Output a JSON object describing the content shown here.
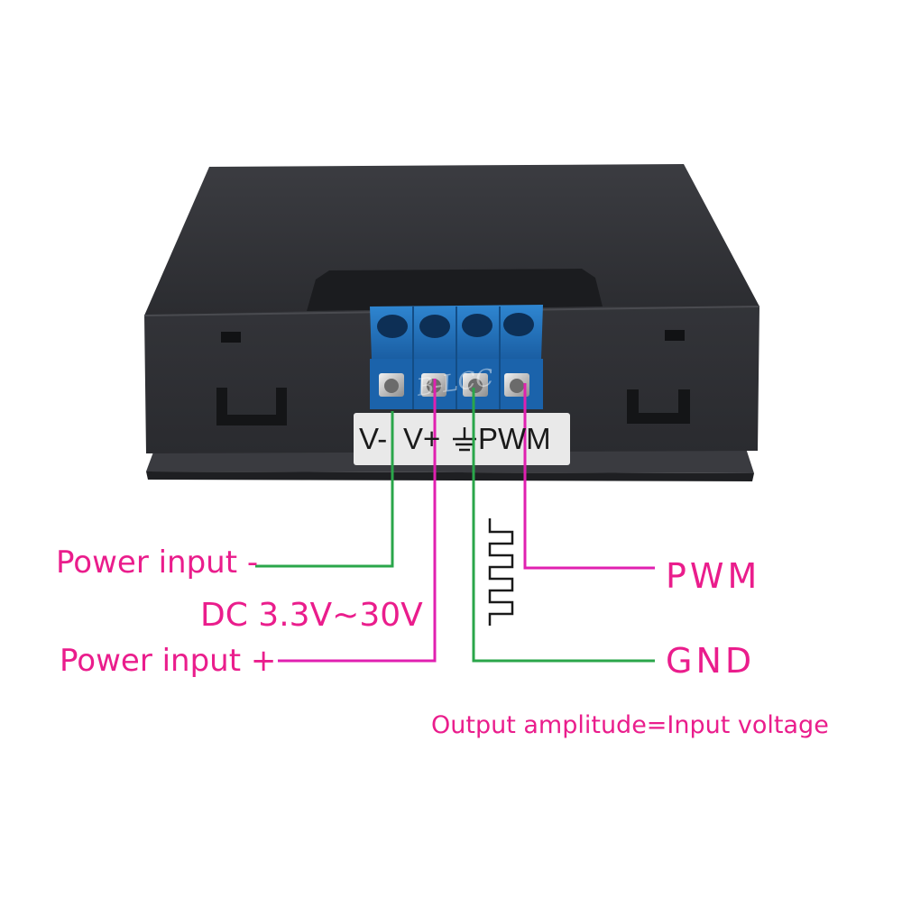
{
  "device": {
    "pin_labels": [
      "V-",
      "V+",
      "PWM"
    ],
    "ground_symbol": "ground-icon",
    "watermark_text": "B-LCC",
    "body_color": "#2e2f33",
    "terminal_color": "#1f6fb8"
  },
  "callouts": {
    "power_minus": "Power input -",
    "voltage_range": "DC 3.3V~30V",
    "power_plus": "Power input +",
    "pwm": "PWM",
    "gnd": "GND",
    "note": "Output amplitude=Input voltage"
  },
  "colors": {
    "label": "#ea1d8c",
    "wire_green": "#2aa64a",
    "wire_magenta": "#e020b0"
  }
}
